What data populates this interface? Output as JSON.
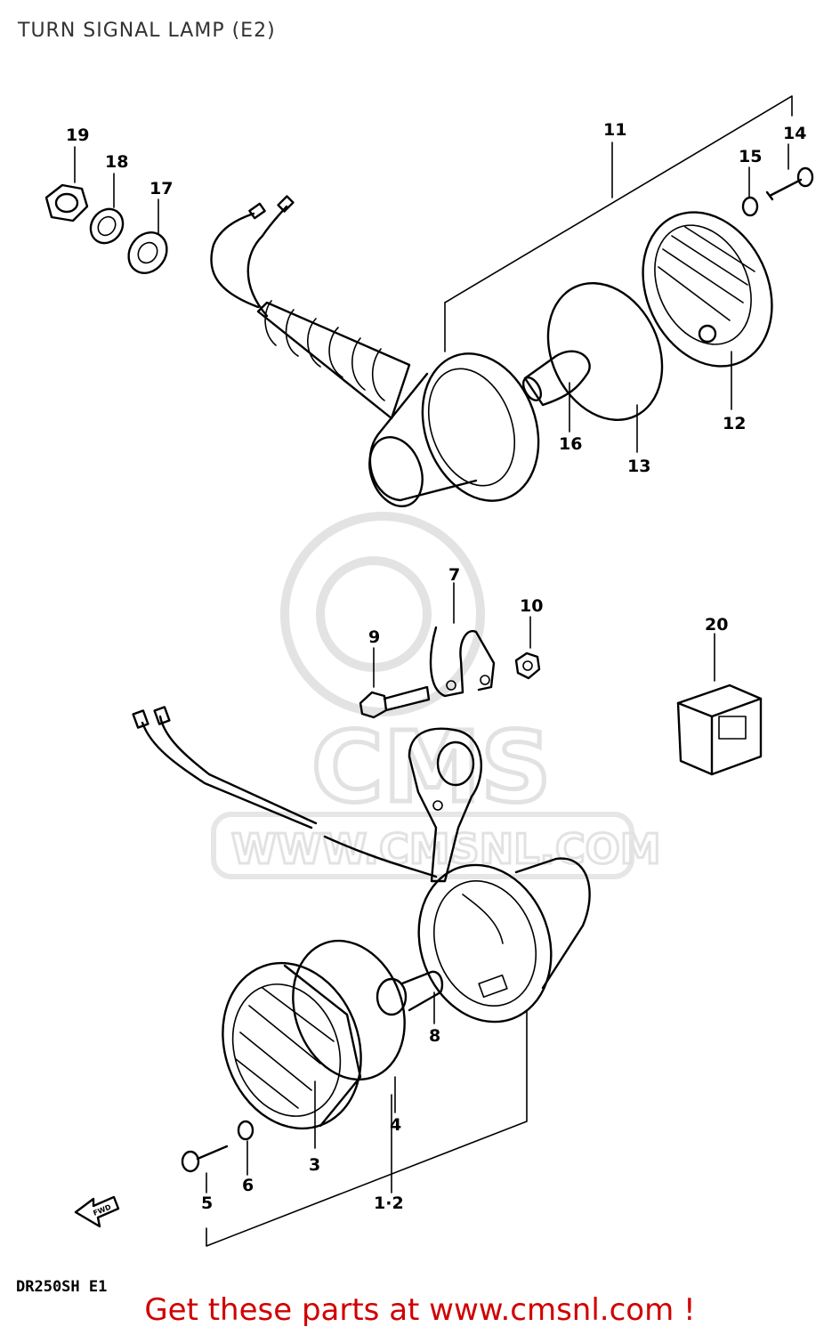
{
  "title": "TURN SIGNAL LAMP (E2)",
  "model_code": "DR250SH E1",
  "footer": "Get these parts at www.cmsnl.com !",
  "watermark": "WWW.CMSNL.COM",
  "watermark_logo": "CMS",
  "direction_marker": "FWD",
  "labels": {
    "l1": "11",
    "l2": "14",
    "l3": "15",
    "l4": "19",
    "l5": "18",
    "l6": "17",
    "l7": "12",
    "l8": "13",
    "l9": "16",
    "l10": "7",
    "l11": "10",
    "l12": "9",
    "l13": "20",
    "l14": "8",
    "l15": "4",
    "l16": "3",
    "l17": "6",
    "l18": "5",
    "l19": "1·2"
  },
  "colors": {
    "line": "#000000",
    "footer": "#d00000",
    "watermark": "#e3e3e3"
  }
}
